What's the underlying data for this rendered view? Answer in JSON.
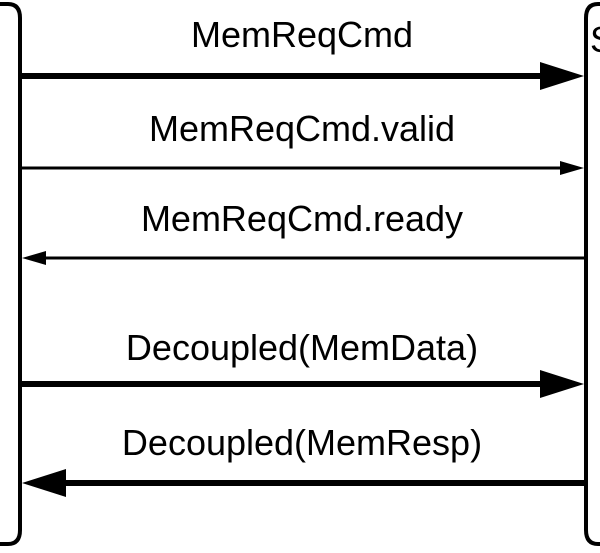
{
  "diagram": {
    "left_block_label": "",
    "right_block_label": "S",
    "signals": [
      {
        "label": "MemReqCmd",
        "direction": "right",
        "bus": true
      },
      {
        "label": "MemReqCmd.valid",
        "direction": "right",
        "bus": false
      },
      {
        "label": "MemReqCmd.ready",
        "direction": "left",
        "bus": false
      },
      {
        "label": "Decoupled(MemData)",
        "direction": "right",
        "bus": true
      },
      {
        "label": "Decoupled(MemResp)",
        "direction": "left",
        "bus": true
      }
    ]
  },
  "colors": {
    "stroke": "#000000",
    "background": "#ffffff"
  }
}
